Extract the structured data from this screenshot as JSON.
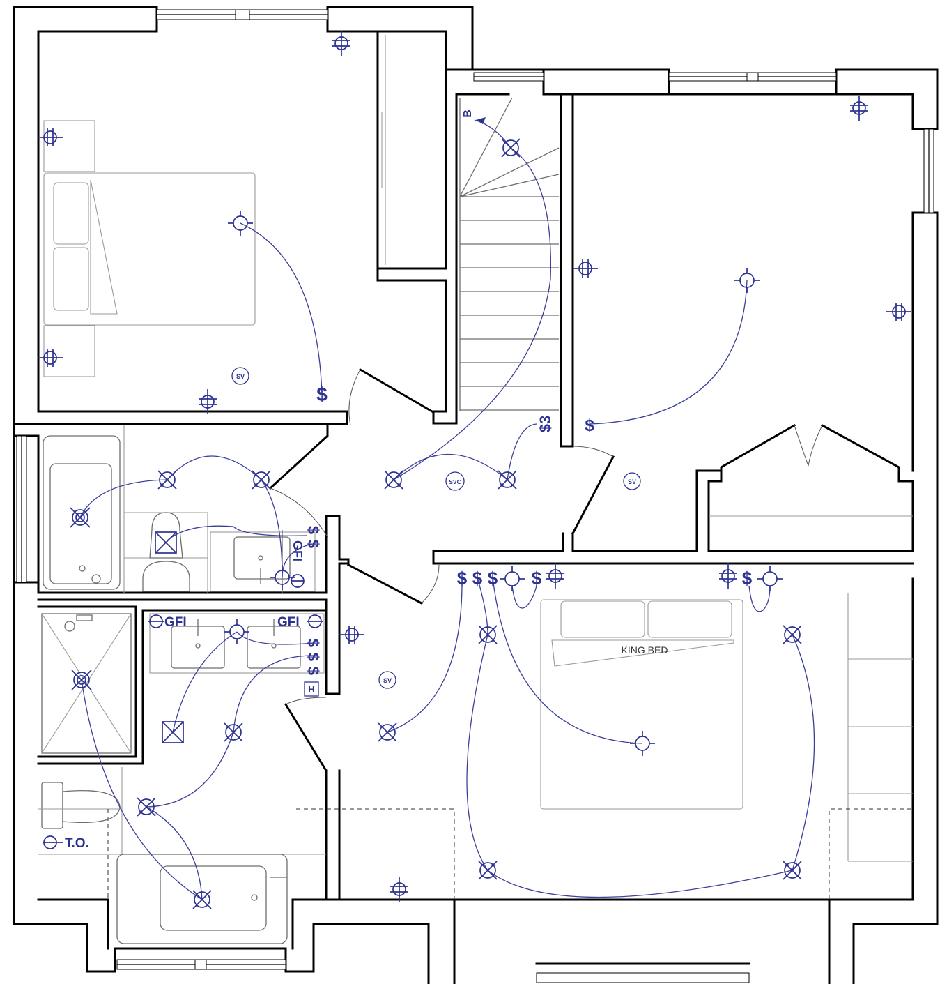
{
  "labels": {
    "king_bed": "KING BED",
    "gfi": "GFI",
    "sv": "SV",
    "svc": "SVC",
    "switch": "$",
    "switch3": "$3",
    "towel": "T.O.",
    "heater": "H",
    "stair_up": "B"
  },
  "colors": {
    "electrical": "#2d3291",
    "wall": "#000000",
    "furniture": "#9a9a9a"
  }
}
